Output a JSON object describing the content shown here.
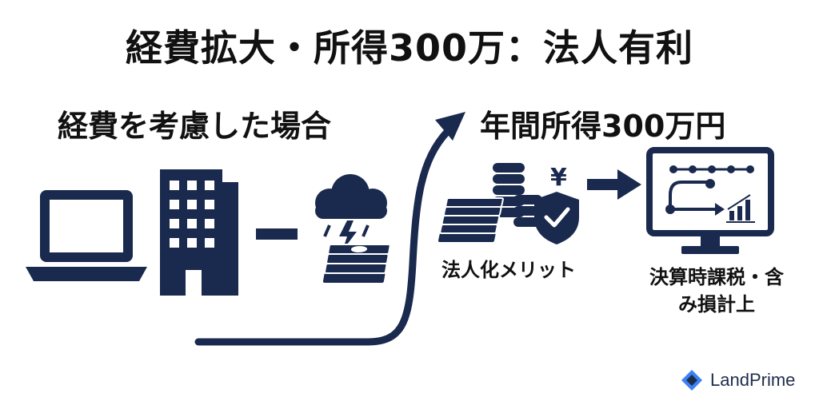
{
  "title": "経費拡大・所得300万：法人有利",
  "left_section": {
    "heading": "経費を考慮した場合",
    "icons": [
      "laptop-icon",
      "office-building-icon",
      "minus-icon",
      "storm-cloud-icon",
      "banknotes-icon"
    ]
  },
  "right_section": {
    "heading": "年間所得300万円",
    "merit_label": "法人化メリット",
    "currency_symbol": "¥",
    "result_label": "決算時課税・含み損計上",
    "icons": [
      "coins-cash-shield-icon",
      "arrow-right-icon",
      "monitor-growth-icon"
    ]
  },
  "brand": {
    "name": "LandPrime",
    "logo": "landprime-logo-icon"
  },
  "colors": {
    "navy": "#1a2a4e",
    "text": "#111111",
    "brand_blue": "#3b82f6"
  }
}
